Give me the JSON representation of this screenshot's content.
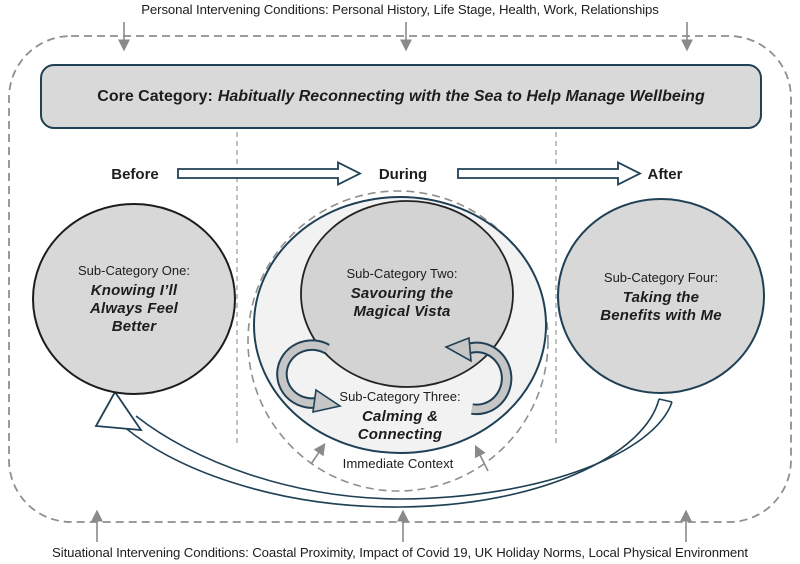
{
  "diagram": {
    "top_condition": "Personal Intervening Conditions: Personal History, Life Stage, Health, Work, Relationships",
    "core_category": {
      "prefix": "Core Category:",
      "title": "Habitually Reconnecting with the Sea to Help Manage Wellbeing"
    },
    "phases": {
      "before": "Before",
      "during": "During",
      "after": "After"
    },
    "sub_categories": {
      "one": {
        "label": "Sub-Category One:",
        "line1": "Knowing I’ll",
        "line2": "Always Feel",
        "line3": "Better"
      },
      "two": {
        "label": "Sub-Category Two:",
        "line1": "Savouring the",
        "line2": "Magical Vista"
      },
      "three": {
        "label": "Sub-Category Three:",
        "line1": "Calming &",
        "line2": "Connecting"
      },
      "four": {
        "label": "Sub-Category Four:",
        "line1": "Taking the",
        "line2": "Benefits with Me"
      }
    },
    "immediate_context_label": "Immediate Context",
    "bottom_condition": "Situational Intervening Conditions: Coastal Proximity, Impact of Covid 19, UK Holiday Norms, Local Physical Environment",
    "colors": {
      "navy": "#1f4055",
      "ink": "#1d1d1f",
      "gray_fill": "#d8d8d8",
      "inner_fill": "#d3d3d3",
      "light_fill": "#f2f2f2",
      "dashed_gray": "#8f8f8f",
      "divider_gray": "#a8a8a8",
      "arrow_gray": "#8a8a8a",
      "cycle_fill": "#c6c6c6",
      "box_fill": "#d9d9d9"
    }
  }
}
